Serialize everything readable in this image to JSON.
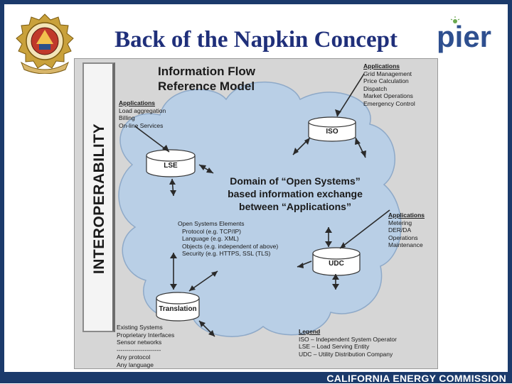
{
  "slide": {
    "title": "Back of the Napkin Concept",
    "footer": "CALIFORNIA ENERGY COMMISSION",
    "logo_text": "pier"
  },
  "diagram": {
    "interoperability_label": "INTEROPERABILITY",
    "title_lines": [
      "Information Flow",
      "Reference Model"
    ],
    "domain_lines": [
      "Domain of “Open Systems”",
      "based information exchange",
      "between “Applications”"
    ],
    "nodes": {
      "iso": "ISO",
      "lse": "LSE",
      "udc": "UDC",
      "translation": "Translation"
    },
    "iso_apps": {
      "heading": "Applications",
      "items": [
        "Grid Management",
        "Price Calculation",
        "Dispatch",
        "Market Operations",
        "Emergency Control"
      ]
    },
    "lse_apps": {
      "heading": "Applications",
      "items": [
        "Load aggregation",
        "Billing",
        "On-line Services"
      ]
    },
    "udc_apps": {
      "heading": "Applications",
      "items": [
        "Metering",
        "DER/DA",
        "Operations",
        "Maintenance"
      ]
    },
    "open_systems": {
      "heading": "Open Systems Elements",
      "items": [
        "Protocol (e.g. TCP/IP)",
        "Language (e.g. XML)",
        "Objects (e.g. independent of above)",
        "Security (e.g. HTTPS, SSL (TLS)"
      ]
    },
    "translation_items": [
      "Existing Systems",
      "Proprietary Interfaces",
      "Sensor networks",
      "----------------------",
      "Any protocol",
      "Any language"
    ],
    "legend": {
      "heading": "Legend",
      "items": [
        "ISO – Independent System Operator",
        "LSE – Load Serving Entity",
        "UDC – Utility Distribution Company"
      ]
    }
  },
  "colors": {
    "frame": "#1b3a6b",
    "title": "#1f2f7a",
    "cloud": "#b9cfe6",
    "pier_blue": "#2e4f8f",
    "pier_accent": "#6aa84f"
  }
}
